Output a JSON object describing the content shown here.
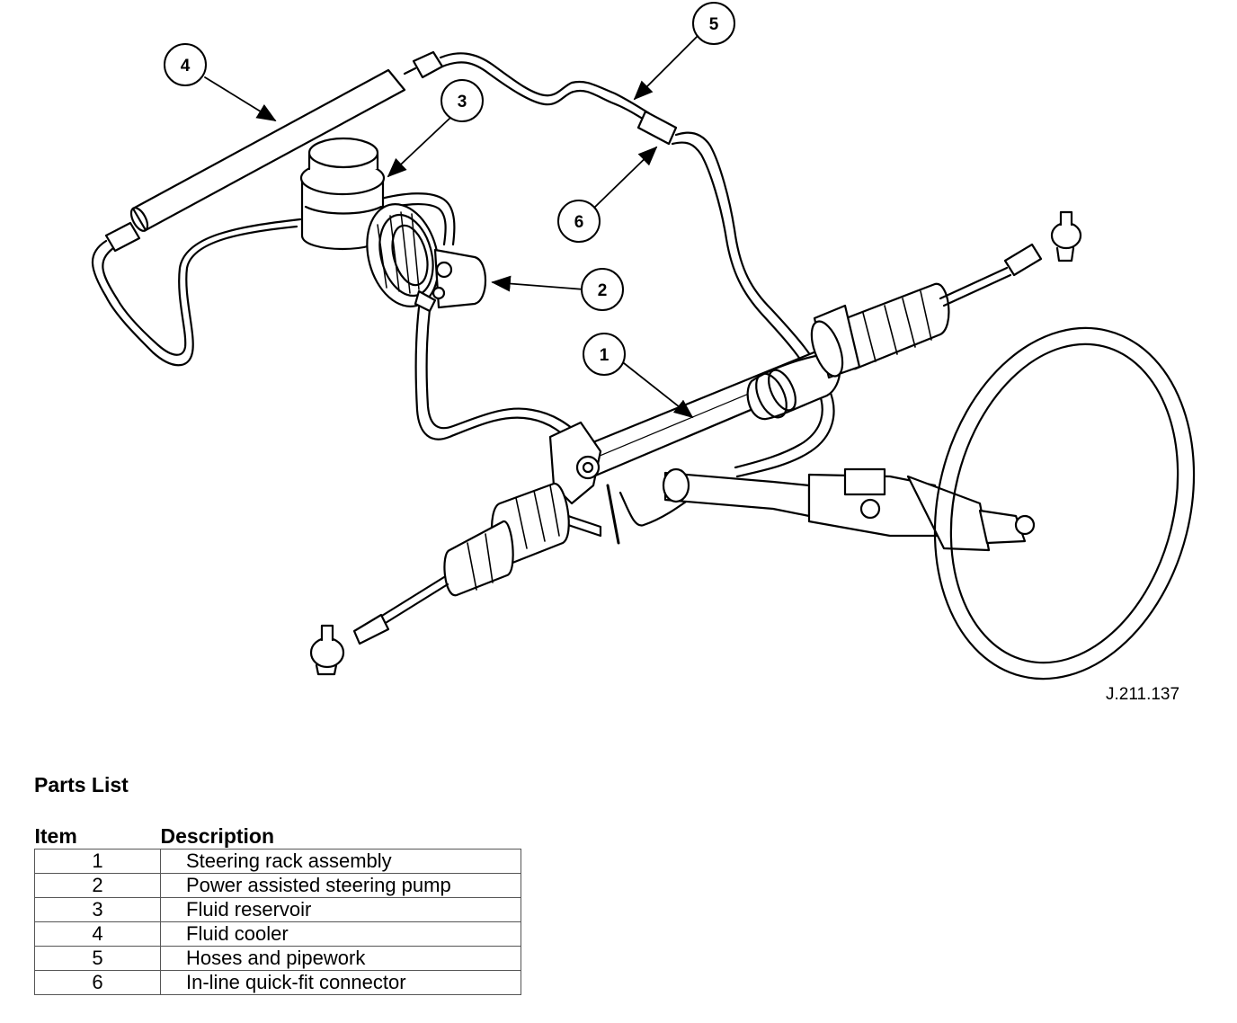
{
  "diagram": {
    "figure_ref": "J.211.137",
    "callouts": [
      {
        "id": "1",
        "label": "1"
      },
      {
        "id": "2",
        "label": "2"
      },
      {
        "id": "3",
        "label": "3"
      },
      {
        "id": "4",
        "label": "4"
      },
      {
        "id": "5",
        "label": "5"
      },
      {
        "id": "6",
        "label": "6"
      }
    ]
  },
  "parts_list": {
    "title": "Parts List",
    "headers": {
      "item": "Item",
      "description": "Description"
    },
    "rows": [
      {
        "item": "1",
        "description": "Steering rack assembly"
      },
      {
        "item": "2",
        "description": "Power assisted steering pump"
      },
      {
        "item": "3",
        "description": "Fluid reservoir"
      },
      {
        "item": "4",
        "description": "Fluid cooler"
      },
      {
        "item": "5",
        "description": "Hoses and pipework"
      },
      {
        "item": "6",
        "description": "In-line quick-fit connector"
      }
    ]
  }
}
